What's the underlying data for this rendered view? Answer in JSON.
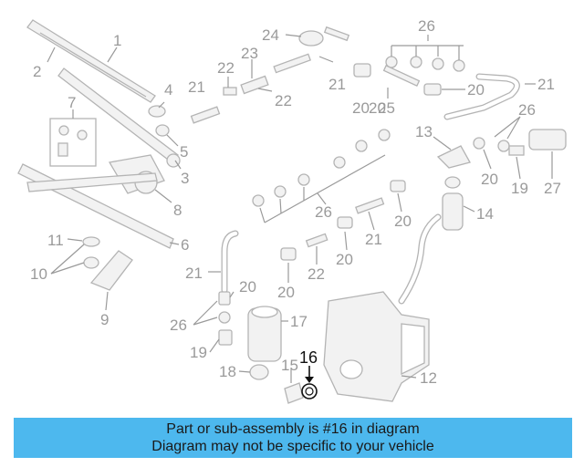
{
  "callouts": {
    "c1": "1",
    "c2": "2",
    "c3": "3",
    "c4": "4",
    "c5": "5",
    "c6": "6",
    "c7": "7",
    "c8": "8",
    "c9": "9",
    "c10": "10",
    "c11": "11",
    "c12": "12",
    "c13": "13",
    "c14": "14",
    "c15": "15",
    "c16": "16",
    "c17": "17",
    "c18": "18",
    "c19a": "19",
    "c19b": "19",
    "c20a": "20",
    "c20b": "20",
    "c20c": "20",
    "c20d": "20",
    "c20e": "20",
    "c20f": "20",
    "c20g": "20",
    "c20h": "20",
    "c21a": "21",
    "c21b": "21",
    "c21c": "21",
    "c21d": "21",
    "c21e": "21",
    "c22a": "22",
    "c22b": "22",
    "c22c": "22",
    "c23": "23",
    "c24": "24",
    "c25": "25",
    "c26a": "26",
    "c26b": "26",
    "c26c": "26",
    "c26d": "26",
    "c27": "27"
  },
  "highlighted_part": "16",
  "colors": {
    "banner": "#4db8ee",
    "highlight": "#111111",
    "lineart": "#b4b4b4"
  },
  "banner": {
    "line1": "Part or sub-assembly is #16 in diagram",
    "line2": "Diagram may not be specific to your vehicle"
  }
}
